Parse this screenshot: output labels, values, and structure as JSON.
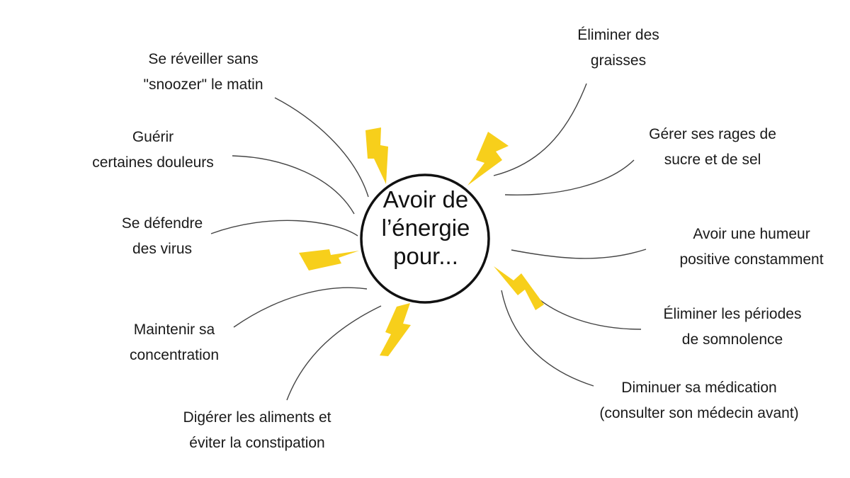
{
  "center": {
    "lines": [
      "Avoir de",
      "l’énergie",
      "pour..."
    ]
  },
  "benefits": [
    {
      "id": "wake",
      "lines": [
        "Se réveiller sans",
        "\"snoozer\" le matin"
      ]
    },
    {
      "id": "pain",
      "lines": [
        "Guérir",
        "certaines douleurs"
      ]
    },
    {
      "id": "virus",
      "lines": [
        "Se défendre",
        "des virus"
      ]
    },
    {
      "id": "focus",
      "lines": [
        "Maintenir sa",
        "concentration"
      ]
    },
    {
      "id": "digest",
      "lines": [
        "Digérer les aliments et",
        "éviter la constipation"
      ]
    },
    {
      "id": "fat",
      "lines": [
        "Éliminer des",
        "graisses"
      ]
    },
    {
      "id": "cravings",
      "lines": [
        "Gérer ses rages de",
        "sucre et de sel"
      ]
    },
    {
      "id": "mood",
      "lines": [
        "Avoir une humeur",
        "positive constamment"
      ]
    },
    {
      "id": "drowsy",
      "lines": [
        "Éliminer les périodes",
        "de somnolence"
      ]
    },
    {
      "id": "meds",
      "lines": [
        "Diminuer sa médication",
        "(consulter son médecin avant)"
      ]
    }
  ],
  "colors": {
    "bolt": "#f7cf1b",
    "line": "#444444",
    "circle": "#111111"
  },
  "icons": [
    "lightning-bolt-icon"
  ]
}
